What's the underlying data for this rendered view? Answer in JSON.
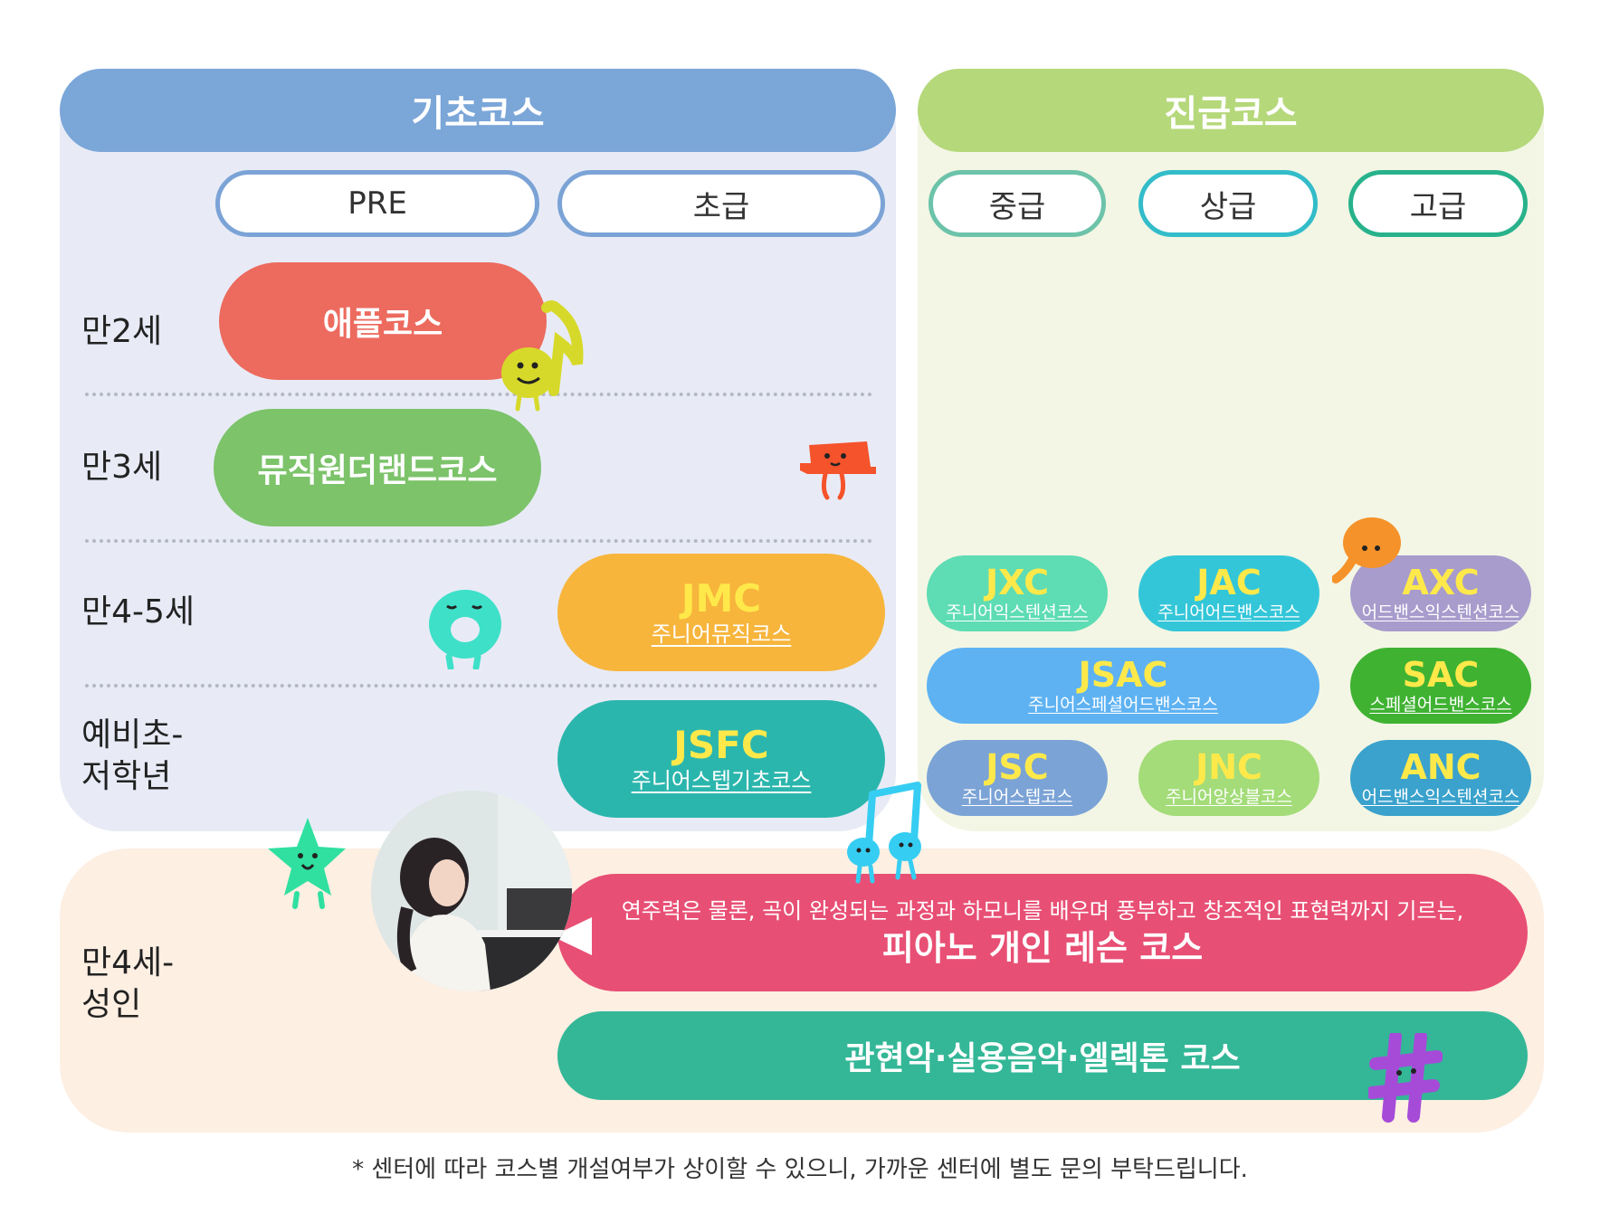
{
  "basic": {
    "title": "기초코스",
    "levels": [
      "PRE",
      "초급"
    ],
    "ages": [
      "만2세",
      "만3세",
      "만4-5세",
      "예비초-",
      "저학년"
    ],
    "courses": {
      "apple": "애플코스",
      "musicwonder": "뮤직원더랜드코스",
      "jmc_code": "JMC",
      "jmc_name": "주니어뮤직코스",
      "jsfc_code": "JSFC",
      "jsfc_name": "주니어스텝기초코스"
    }
  },
  "advanced": {
    "title": "진급코스",
    "levels": [
      "중급",
      "상급",
      "고급"
    ],
    "courses": [
      {
        "code": "JXC",
        "name": "주니어익스텐션코스",
        "color": "#5edcb4"
      },
      {
        "code": "JAC",
        "name": "주니어어드밴스코스",
        "color": "#33c6d8"
      },
      {
        "code": "AXC",
        "name": "어드밴스익스텐션코스",
        "color": "#a79ccc"
      },
      {
        "code": "JSAC",
        "name": "주니어스페셜어드밴스코스",
        "color": "#5eb2f2"
      },
      {
        "code": "SAC",
        "name": "스페셜어드밴스코스",
        "color": "#3fb232"
      },
      {
        "code": "JSC",
        "name": "주니어스텝코스",
        "color": "#7ba3d6"
      },
      {
        "code": "JNC",
        "name": "주니어앙상블코스",
        "color": "#a3dc78"
      },
      {
        "code": "ANC",
        "name": "어드밴스익스텐션코스",
        "color": "#3aa2cc"
      }
    ]
  },
  "all": {
    "ages": [
      "만4세-",
      "성인"
    ],
    "piano_desc": "연주력은 물론, 곡이 완성되는 과정과 하모니를 배우며 풍부하고 창조적인 표현력까지 기르는,",
    "piano_title": "피아노 개인 레슨 코스",
    "band_title": "관현악·실용음악·엘렉톤 코스"
  },
  "footnote": "* 센터에 따라 코스별 개설여부가 상이할 수 있으니, 가까운 센터에 별도 문의 부탁드립니다.",
  "colors": {
    "basic_header": "#7ba6d8",
    "advanced_header": "#b5d87a",
    "apple": "#ec6b5e",
    "musicwonder": "#7cc36a",
    "jmc": "#f7b53c",
    "jsfc": "#2bb6ad",
    "piano": "#e84f74",
    "band": "#33b797"
  }
}
